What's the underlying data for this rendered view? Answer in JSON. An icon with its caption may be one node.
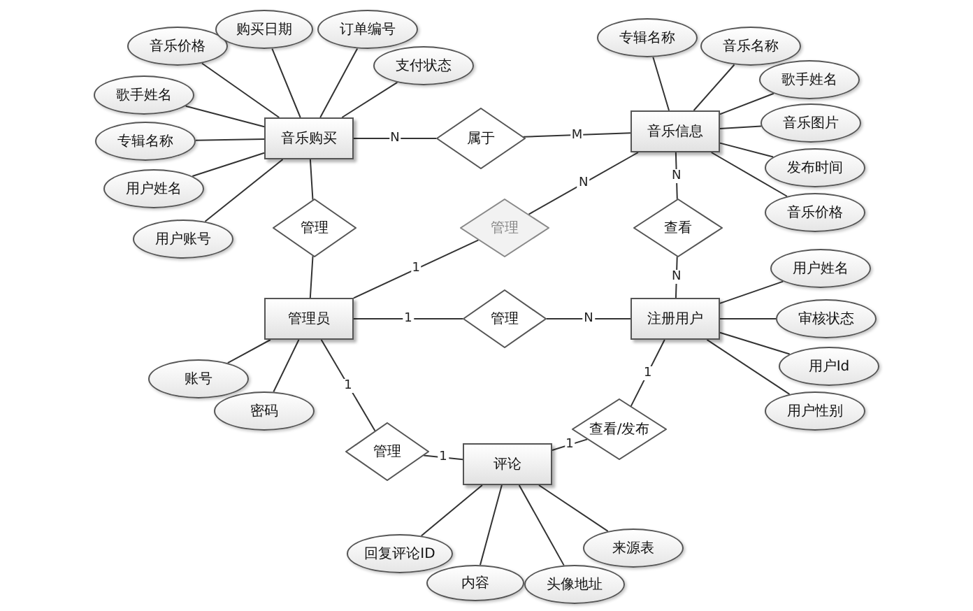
{
  "diagram": {
    "nodes": [
      {
        "text": [
          "音乐购买"
        ]
      },
      {
        "text": [
          "属于"
        ]
      },
      {
        "text": [
          "音乐信息"
        ]
      },
      {
        "text": [
          "管理"
        ]
      },
      {
        "text": [
          "管理"
        ]
      },
      {
        "text": [
          "查看"
        ]
      },
      {
        "text": [
          "管理员"
        ]
      },
      {
        "text": [
          "管理"
        ]
      },
      {
        "text": [
          "注册用户"
        ]
      },
      {
        "text": [
          "管理"
        ]
      },
      {
        "text": [
          "查看/发布"
        ]
      },
      {
        "text": [
          "评论"
        ]
      },
      {
        "text": [
          "音乐价格"
        ]
      },
      {
        "text": [
          "购买日期"
        ]
      },
      {
        "text": [
          "订单编号"
        ]
      },
      {
        "text": [
          "支付状态"
        ]
      },
      {
        "text": [
          "歌手姓名"
        ]
      },
      {
        "text": [
          "专辑名称"
        ]
      },
      {
        "text": [
          "用户姓名"
        ]
      },
      {
        "text": [
          "用户账号"
        ]
      },
      {
        "text": [
          "专辑名称"
        ]
      },
      {
        "text": [
          "音乐名称"
        ]
      },
      {
        "text": [
          "歌手姓名"
        ]
      },
      {
        "text": [
          "音乐图片"
        ]
      },
      {
        "text": [
          "发布时间"
        ]
      },
      {
        "text": [
          "音乐价格"
        ]
      },
      {
        "text": [
          "用户姓名"
        ]
      },
      {
        "text": [
          "审核状态"
        ]
      },
      {
        "text": [
          "用户Id"
        ]
      },
      {
        "text": [
          "用户性别"
        ]
      },
      {
        "text": [
          "账号"
        ]
      },
      {
        "text": [
          "密码"
        ]
      },
      {
        "text": [
          "回复评论ID"
        ]
      },
      {
        "text": [
          "内容"
        ]
      },
      {
        "text": [
          "头像地址"
        ]
      },
      {
        "text": [
          "来源表"
        ]
      }
    ],
    "edges": [
      {
        "from": 0,
        "to": 1,
        "arrow": "none",
        "label": "N"
      },
      {
        "from": 1,
        "to": 2,
        "arrow": "none",
        "label": "M"
      },
      {
        "from": 0,
        "to": 3,
        "arrow": "none"
      },
      {
        "from": 3,
        "to": 6,
        "arrow": "none"
      },
      {
        "from": 6,
        "to": 4,
        "arrow": "none",
        "label": "1"
      },
      {
        "from": 4,
        "to": 2,
        "arrow": "none",
        "label": "N"
      },
      {
        "from": 2,
        "to": 5,
        "arrow": "none",
        "label": "N"
      },
      {
        "from": 5,
        "to": 8,
        "arrow": "none",
        "label": "N"
      },
      {
        "from": 6,
        "to": 7,
        "arrow": "none",
        "label": "1"
      },
      {
        "from": 7,
        "to": 8,
        "arrow": "none",
        "label": "N"
      },
      {
        "from": 6,
        "to": 9,
        "arrow": "none",
        "label": "1"
      },
      {
        "from": 9,
        "to": 11,
        "arrow": "none",
        "label": "1"
      },
      {
        "from": 8,
        "to": 10,
        "arrow": "none",
        "label": "1"
      },
      {
        "from": 10,
        "to": 11,
        "arrow": "none",
        "label": "1"
      },
      {
        "from": 0,
        "to": 12,
        "arrow": "none"
      },
      {
        "from": 0,
        "to": 13,
        "arrow": "none"
      },
      {
        "from": 0,
        "to": 14,
        "arrow": "none"
      },
      {
        "from": 0,
        "to": 15,
        "arrow": "none"
      },
      {
        "from": 0,
        "to": 16,
        "arrow": "none"
      },
      {
        "from": 0,
        "to": 17,
        "arrow": "none"
      },
      {
        "from": 0,
        "to": 18,
        "arrow": "none"
      },
      {
        "from": 0,
        "to": 19,
        "arrow": "none"
      },
      {
        "from": 2,
        "to": 20,
        "arrow": "none"
      },
      {
        "from": 2,
        "to": 21,
        "arrow": "none"
      },
      {
        "from": 2,
        "to": 22,
        "arrow": "none"
      },
      {
        "from": 2,
        "to": 23,
        "arrow": "none"
      },
      {
        "from": 2,
        "to": 24,
        "arrow": "none"
      },
      {
        "from": 2,
        "to": 25,
        "arrow": "none"
      },
      {
        "from": 8,
        "to": 26,
        "arrow": "none"
      },
      {
        "from": 8,
        "to": 27,
        "arrow": "none"
      },
      {
        "from": 8,
        "to": 28,
        "arrow": "none"
      },
      {
        "from": 8,
        "to": 29,
        "arrow": "none"
      },
      {
        "from": 6,
        "to": 30,
        "arrow": "none"
      },
      {
        "from": 6,
        "to": 31,
        "arrow": "none"
      },
      {
        "from": 11,
        "to": 32,
        "arrow": "none"
      },
      {
        "from": 11,
        "to": 33,
        "arrow": "none"
      },
      {
        "from": 11,
        "to": 34,
        "arrow": "none"
      },
      {
        "from": 11,
        "to": 35,
        "arrow": "none"
      }
    ]
  }
}
